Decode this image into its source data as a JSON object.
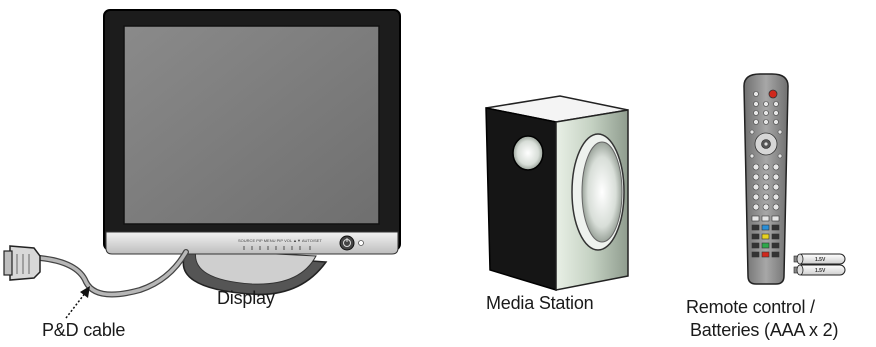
{
  "labels": {
    "display": "Display",
    "cable": "P&D cable",
    "media_station": "Media Station",
    "remote_line1": "Remote control /",
    "remote_line2": "Batteries (AAA x  2)"
  },
  "battery_labels": [
    "1.5V",
    "1.5V"
  ],
  "colors": {
    "bezel": "#1c1c1c",
    "screen": "#7b7b7b",
    "silver": "#d9d9d9",
    "remote_body": "#8d8d8d",
    "power_red": "#d0281c"
  }
}
